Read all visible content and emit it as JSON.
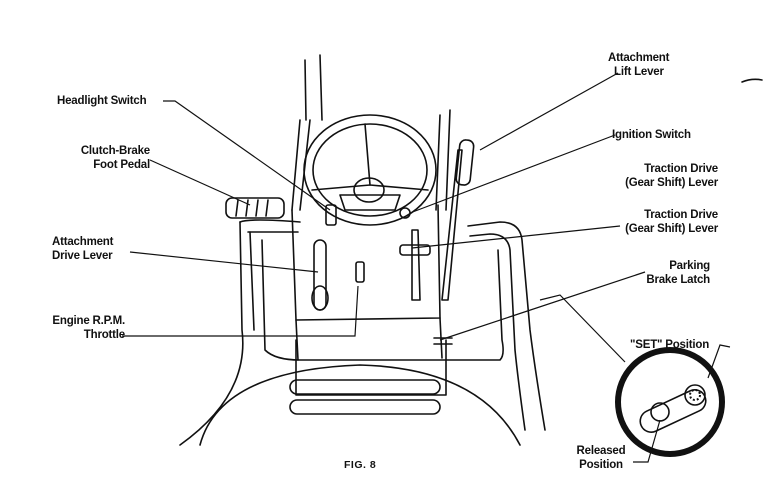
{
  "labels": {
    "headlight_switch": "Headlight Switch",
    "clutch_brake": [
      "Clutch-Brake",
      "Foot Pedal"
    ],
    "attachment_drive": [
      "Attachment",
      "Drive Lever"
    ],
    "engine_rpm": [
      "Engine R.P.M.",
      "Throttle"
    ],
    "attachment_lift": [
      "Attachment",
      "Lift Lever"
    ],
    "ignition_switch": "Ignition Switch",
    "traction_drive_1": [
      "Traction Drive",
      "(Gear Shift) Lever"
    ],
    "traction_drive_2": [
      "Traction Drive",
      "(Gear Shift) Lever"
    ],
    "parking_brake": [
      "Parking",
      "Brake Latch"
    ],
    "set_position": "\"SET\" Position",
    "released_position": [
      "Released",
      "Position"
    ]
  },
  "figure_caption": "FIG. 8"
}
